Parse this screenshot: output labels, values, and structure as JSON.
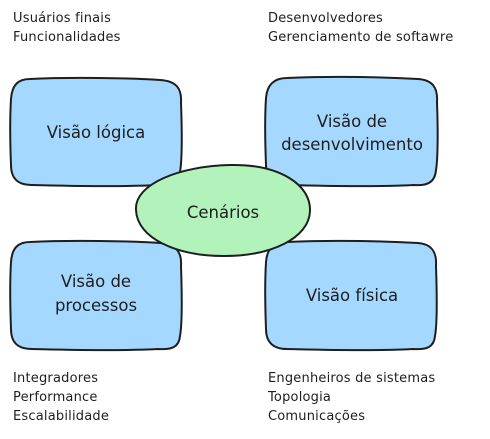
{
  "captions": {
    "top_left": [
      "Usuários finais",
      "Funcionalidades"
    ],
    "top_right": [
      "Desenvolvedores",
      "Gerenciamento de softawre"
    ],
    "bottom_left": [
      "Integradores",
      "Performance",
      "Escalabilidade"
    ],
    "bottom_right": [
      "Engenheiros de sistemas",
      "Topologia",
      "Comunicações"
    ]
  },
  "views": {
    "logical": [
      "Visão lógica"
    ],
    "development": [
      "Visão de",
      "desenvolvimento"
    ],
    "process": [
      "Visão de",
      "processos"
    ],
    "physical": [
      "Visão física"
    ]
  },
  "center": "Cenários",
  "colors": {
    "box_fill": "#a5d8ff",
    "ellipse_fill": "#b2f2bb",
    "stroke": "#1e1e1e"
  }
}
